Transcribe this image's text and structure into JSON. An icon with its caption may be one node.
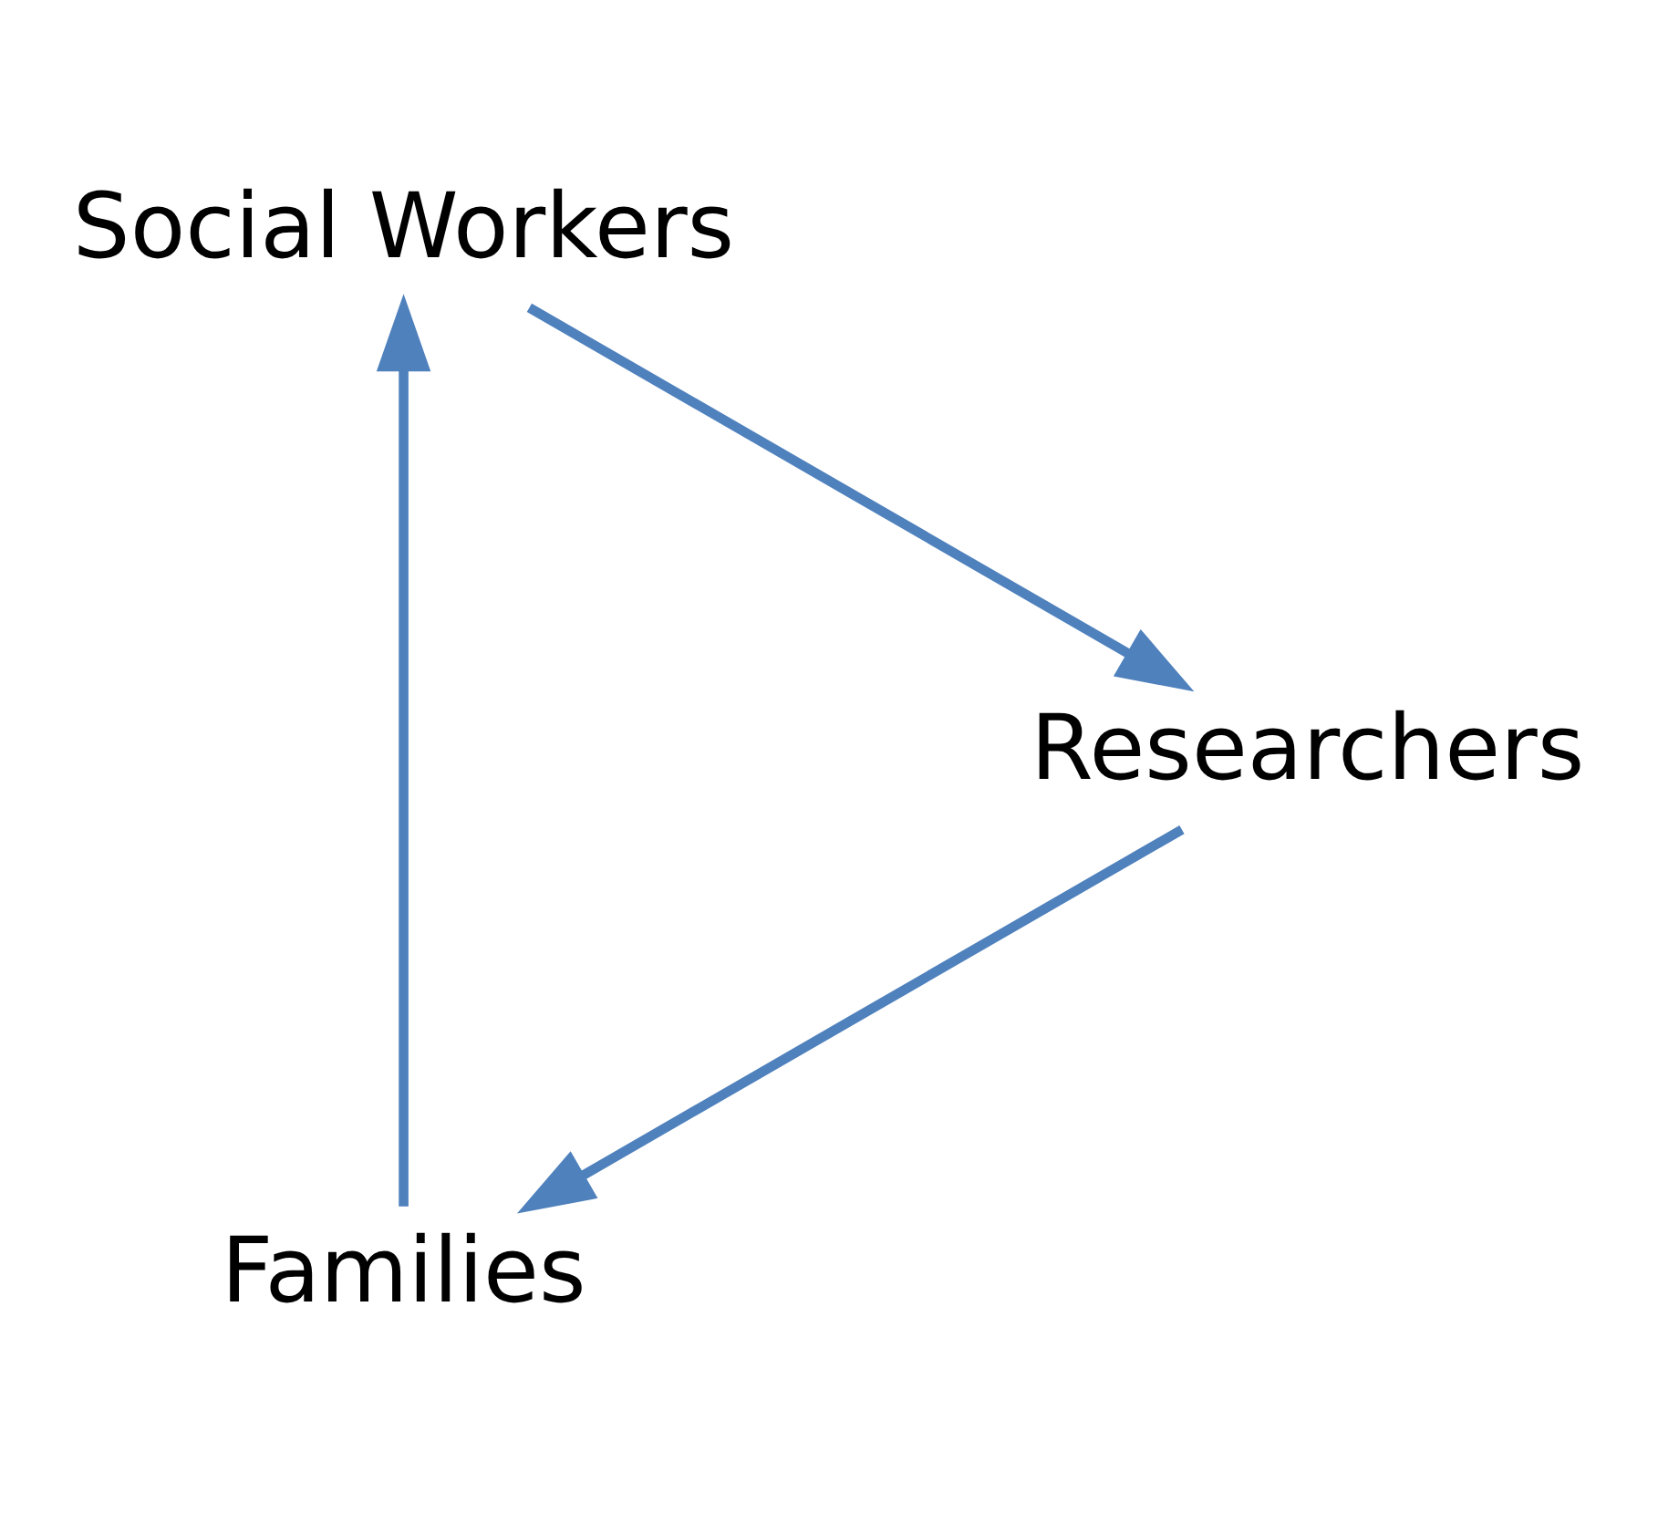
{
  "diagram": {
    "nodes": [
      {
        "text": [
          "Families"
        ]
      },
      {
        "text": [
          "Social Workers"
        ]
      },
      {
        "text": [
          "Researchers"
        ]
      }
    ],
    "edges": [
      {
        "from": 0,
        "to": 1,
        "arrow": "to"
      },
      {
        "from": 1,
        "to": 2,
        "arrow": "to"
      },
      {
        "from": 2,
        "to": 0,
        "arrow": "to"
      }
    ]
  }
}
